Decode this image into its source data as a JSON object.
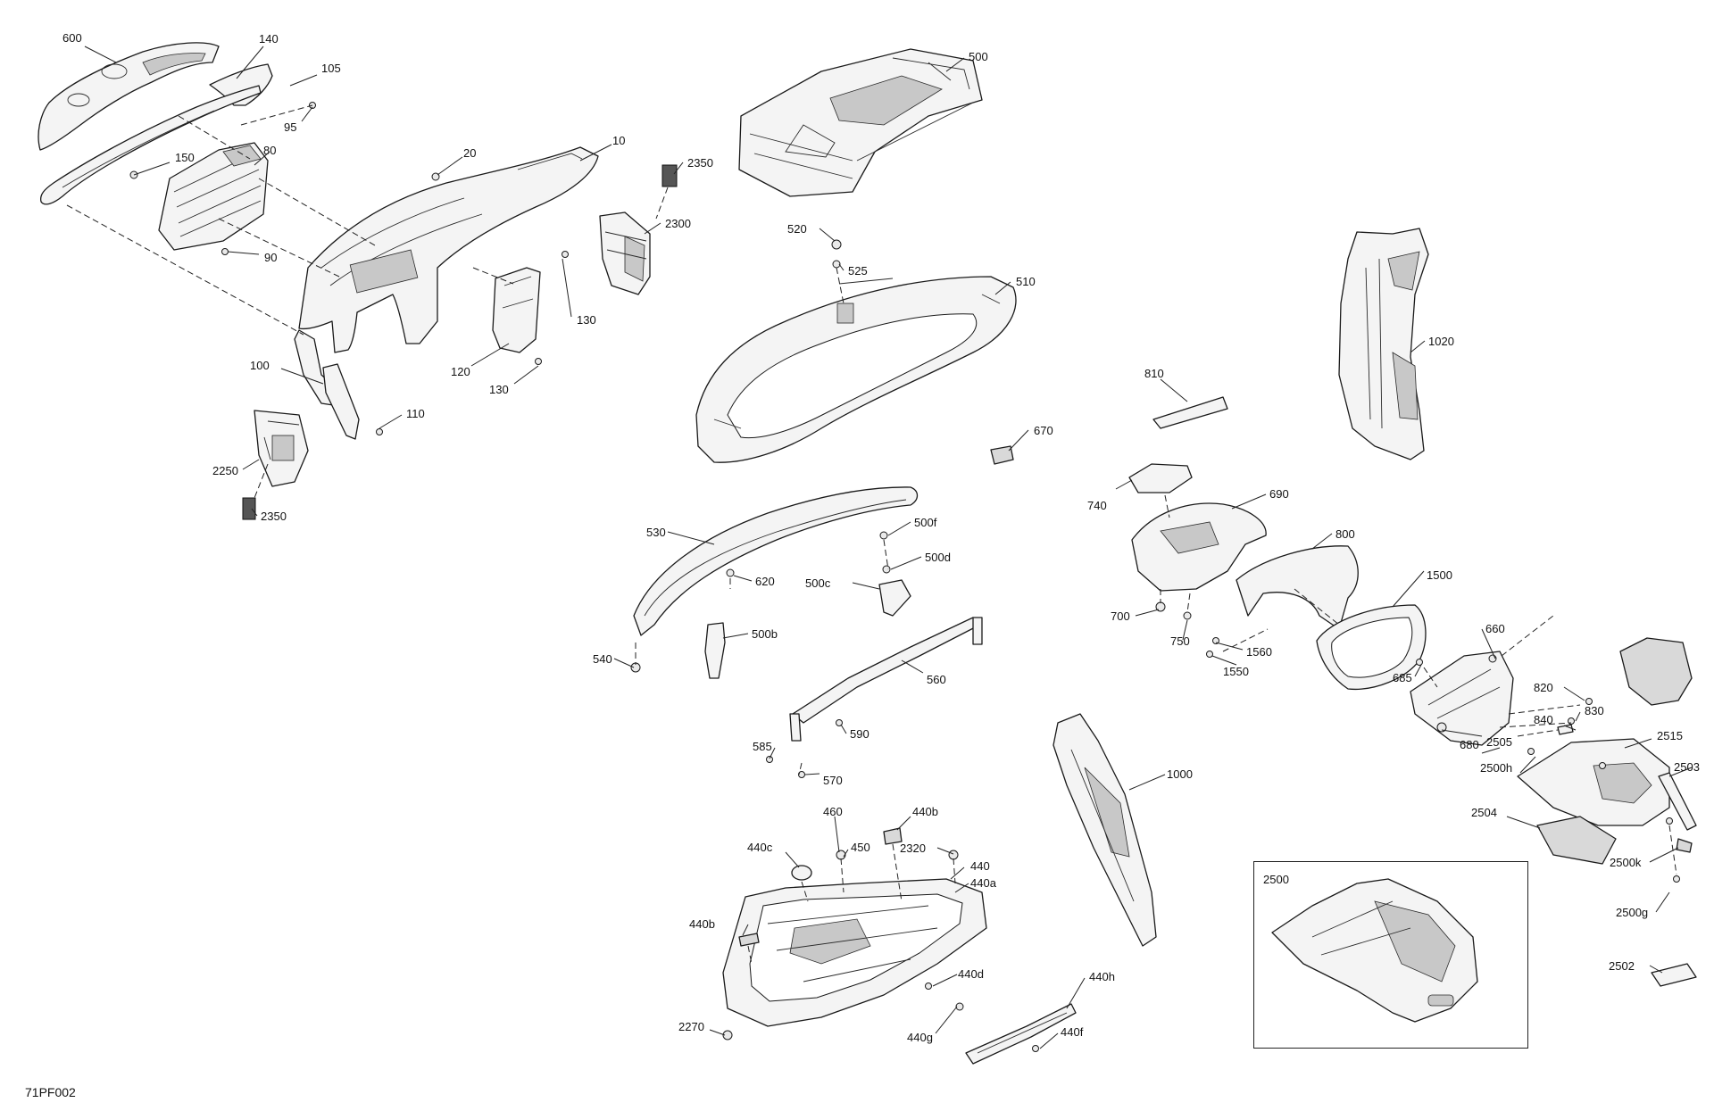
{
  "diagram": {
    "code": "71PF002",
    "inset_label": "2500",
    "callouts": [
      {
        "id": "c-600",
        "text": "600"
      },
      {
        "id": "c-140",
        "text": "140"
      },
      {
        "id": "c-105",
        "text": "105"
      },
      {
        "id": "c-95",
        "text": "95"
      },
      {
        "id": "c-150",
        "text": "150"
      },
      {
        "id": "c-80",
        "text": "80"
      },
      {
        "id": "c-20",
        "text": "20"
      },
      {
        "id": "c-10",
        "text": "10"
      },
      {
        "id": "c-90",
        "text": "90"
      },
      {
        "id": "c-130a",
        "text": "130"
      },
      {
        "id": "c-120",
        "text": "120"
      },
      {
        "id": "c-130b",
        "text": "130"
      },
      {
        "id": "c-100",
        "text": "100"
      },
      {
        "id": "c-110",
        "text": "110"
      },
      {
        "id": "c-2250",
        "text": "2250"
      },
      {
        "id": "c-2350a",
        "text": "2350"
      },
      {
        "id": "c-2350b",
        "text": "2350"
      },
      {
        "id": "c-2300",
        "text": "2300"
      },
      {
        "id": "c-500",
        "text": "500"
      },
      {
        "id": "c-520",
        "text": "520"
      },
      {
        "id": "c-525",
        "text": "525"
      },
      {
        "id": "c-510",
        "text": "510"
      },
      {
        "id": "c-670",
        "text": "670"
      },
      {
        "id": "c-810",
        "text": "810"
      },
      {
        "id": "c-1020",
        "text": "1020"
      },
      {
        "id": "c-530",
        "text": "530"
      },
      {
        "id": "c-500f",
        "text": "500f"
      },
      {
        "id": "c-500d",
        "text": "500d"
      },
      {
        "id": "c-620",
        "text": "620"
      },
      {
        "id": "c-500c",
        "text": "500c"
      },
      {
        "id": "c-500b",
        "text": "500b"
      },
      {
        "id": "c-540",
        "text": "540"
      },
      {
        "id": "c-560",
        "text": "560"
      },
      {
        "id": "c-590",
        "text": "590"
      },
      {
        "id": "c-585",
        "text": "585"
      },
      {
        "id": "c-570",
        "text": "570"
      },
      {
        "id": "c-740",
        "text": "740"
      },
      {
        "id": "c-690",
        "text": "690"
      },
      {
        "id": "c-800",
        "text": "800"
      },
      {
        "id": "c-1500",
        "text": "1500"
      },
      {
        "id": "c-700",
        "text": "700"
      },
      {
        "id": "c-750",
        "text": "750"
      },
      {
        "id": "c-1560",
        "text": "1560"
      },
      {
        "id": "c-1550",
        "text": "1550"
      },
      {
        "id": "c-660",
        "text": "660"
      },
      {
        "id": "c-685",
        "text": "685"
      },
      {
        "id": "c-820",
        "text": "820"
      },
      {
        "id": "c-830",
        "text": "830"
      },
      {
        "id": "c-840",
        "text": "840"
      },
      {
        "id": "c-680",
        "text": "680"
      },
      {
        "id": "c-2505",
        "text": "2505"
      },
      {
        "id": "c-2515",
        "text": "2515"
      },
      {
        "id": "c-2500h",
        "text": "2500h"
      },
      {
        "id": "c-2503",
        "text": "2503"
      },
      {
        "id": "c-2504",
        "text": "2504"
      },
      {
        "id": "c-2500k",
        "text": "2500k"
      },
      {
        "id": "c-2500g",
        "text": "2500g"
      },
      {
        "id": "c-2502",
        "text": "2502"
      },
      {
        "id": "c-1000",
        "text": "1000"
      },
      {
        "id": "c-460",
        "text": "460"
      },
      {
        "id": "c-440b-top",
        "text": "440b"
      },
      {
        "id": "c-440c",
        "text": "440c"
      },
      {
        "id": "c-450",
        "text": "450"
      },
      {
        "id": "c-2320",
        "text": "2320"
      },
      {
        "id": "c-440b-left",
        "text": "440b"
      },
      {
        "id": "c-440",
        "text": "440"
      },
      {
        "id": "c-440a",
        "text": "440a"
      },
      {
        "id": "c-440d",
        "text": "440d"
      },
      {
        "id": "c-440h",
        "text": "440h"
      },
      {
        "id": "c-440g",
        "text": "440g"
      },
      {
        "id": "c-440f",
        "text": "440f"
      },
      {
        "id": "c-2270",
        "text": "2270"
      }
    ]
  }
}
